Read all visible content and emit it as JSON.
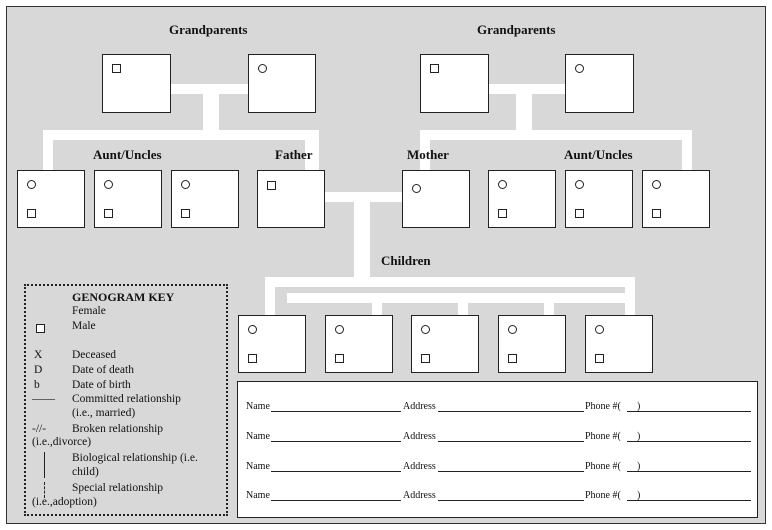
{
  "tree": {
    "grandparents_left_label": "Grandparents",
    "grandparents_right_label": "Grandparents",
    "aunt_uncles_left_label": "Aunt/Uncles",
    "father_label": "Father",
    "mother_label": "Mother",
    "aunt_uncles_right_label": "Aunt/Uncles",
    "children_label": "Children"
  },
  "key": {
    "title": "GENOGRAM KEY",
    "female": "Female",
    "male": "Male",
    "deceased_symbol": "X",
    "deceased": "Deceased",
    "date_of_death_symbol": "D",
    "date_of_death": "Date of death",
    "date_of_birth_symbol": "b",
    "date_of_birth": "Date of birth",
    "committed_symbol": "——",
    "committed_line1": "Committed relationship",
    "committed_line2": "(i.e., married)",
    "broken_symbol": "-//-",
    "broken_line1": "Broken relationship",
    "broken_line2": "(i.e.,divorce)",
    "biological_line1": "Biological relationship (i.e.",
    "biological_line2": "child)",
    "special_line1": "Special relationship",
    "special_line2": "(i.e.,adoption)"
  },
  "contacts": {
    "rows": [
      {
        "name_label": "Name",
        "address_label": "Address",
        "phone_label": "Phone #(",
        "phone_close": ")"
      },
      {
        "name_label": "Name",
        "address_label": "Address",
        "phone_label": "Phone #(",
        "phone_close": ")"
      },
      {
        "name_label": "Name",
        "address_label": "Address",
        "phone_label": "Phone #(",
        "phone_close": ")"
      },
      {
        "name_label": "Name",
        "address_label": "Address",
        "phone_label": "Phone #(",
        "phone_close": ")"
      }
    ]
  }
}
